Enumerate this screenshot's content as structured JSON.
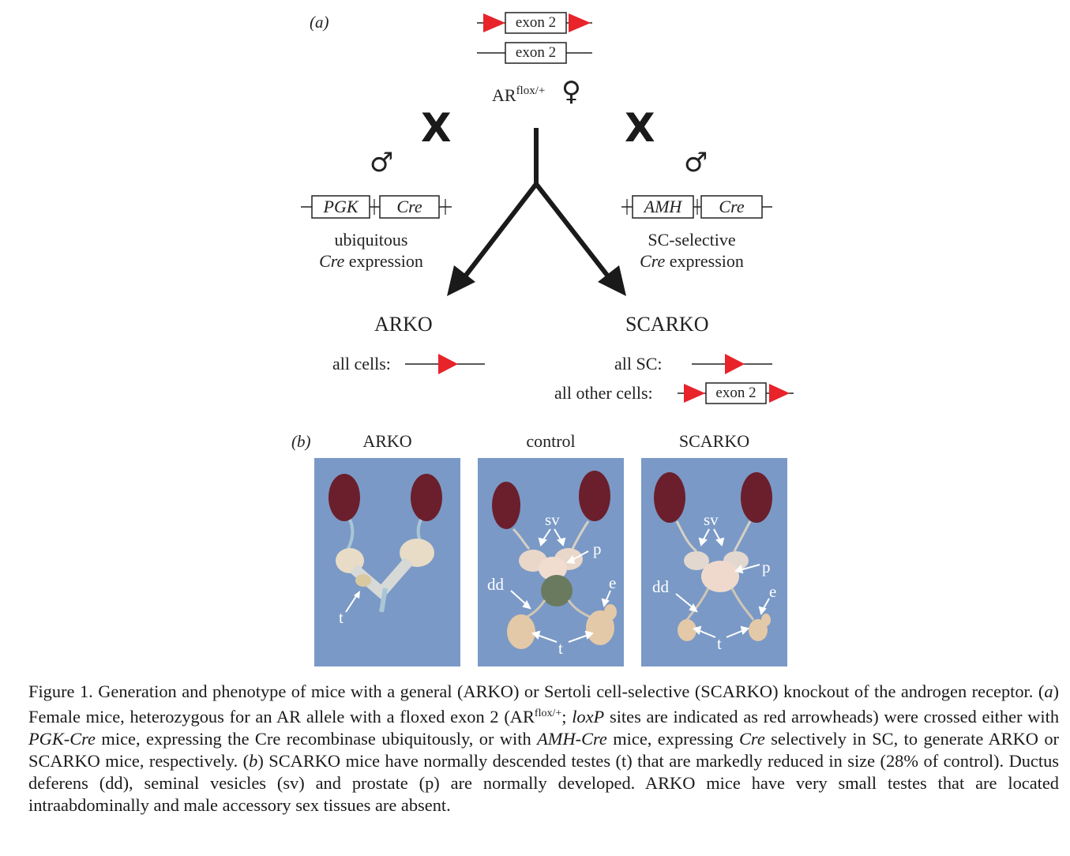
{
  "panel_a": {
    "label": "(a)",
    "top_construct_label": "exon 2",
    "second_construct_label": "exon 2",
    "female_genotype_base": "AR",
    "female_genotype_sup": "flox/+",
    "female_symbol": "♀",
    "cross_left": "X",
    "cross_right": "X",
    "male_left_symbol": "♂",
    "male_right_symbol": "♂",
    "left_promoter": "PGK",
    "left_gene": "Cre",
    "right_promoter": "AMH",
    "right_gene": "Cre",
    "left_desc_line1": "ubiquitous",
    "left_desc_line2_italic": "Cre",
    "left_desc_line2_rest": " expression",
    "right_desc_line1": "SC-selective",
    "right_desc_line2_italic": "Cre",
    "right_desc_line2_rest": " expression",
    "arko_title": "ARKO",
    "scarko_title": "SCARKO",
    "arko_allele_label": "all cells:",
    "scarko_sc_label": "all SC:",
    "scarko_other_label": "all other cells:",
    "scarko_other_exon": "exon 2",
    "loxp_color": "#e8232a"
  },
  "panel_b": {
    "label": "(b)",
    "columns": [
      "ARKO",
      "control",
      "SCARKO"
    ],
    "arko_labels": {
      "t": "t"
    },
    "control_labels": {
      "sv": "sv",
      "p": "p",
      "dd": "dd",
      "e": "e",
      "t": "t"
    },
    "scarko_labels": {
      "sv": "sv",
      "p": "p",
      "dd": "dd",
      "e": "e",
      "t": "t"
    },
    "photo_bg_color": "#7a99c6"
  },
  "caption": {
    "p1": "Figure 1. Generation and phenotype of mice with a general (ARKO) or Sertoli cell-selective (SCARKO) knockout of the androgen receptor. (",
    "a": "a",
    "p2": ") Female mice, heterozygous for an AR allele with a floxed exon 2 (AR",
    "sup": "flox/+",
    "p3": "; ",
    "loxp": "loxP",
    "p4": " sites are indicated as red arrowheads) were crossed either with ",
    "pgkcre": "PGK-Cre",
    "p5": " mice, expressing the Cre recombinase ubiquitously, or with ",
    "amhcre": "AMH-Cre",
    "p6": " mice, expressing ",
    "cre": "Cre",
    "p7": " selectively in SC, to generate ARKO or SCARKO mice, respectively. (",
    "b": "b",
    "p8": ") SCARKO mice have normally descended testes (t) that are markedly reduced in size (28% of control). Ductus deferens (dd), seminal vesicles (sv) and prostate (p) are normally developed. ARKO mice have very small testes that are located intraabdominally and male accessory sex tissues are absent."
  }
}
